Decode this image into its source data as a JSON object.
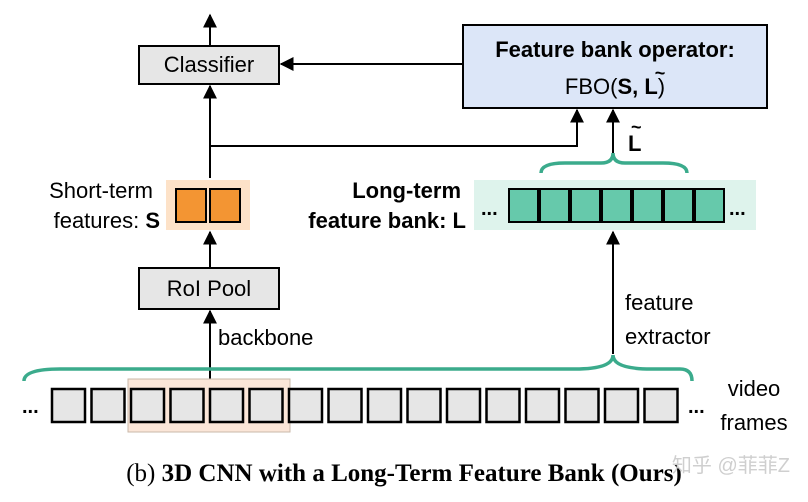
{
  "colors": {
    "teal": "#66c9ab",
    "teal_bg": "#def3ec",
    "orange": "#f39533",
    "orange_bg": "#fde2c8",
    "fbo_fill": "#dce6f8",
    "peach_bg": "#fbe6d8",
    "cell_fill": "#e6e6e6",
    "brace": "#3bab8c"
  },
  "labels": {
    "classifier": "Classifier",
    "fbo_title": "Feature bank operator:",
    "fbo_prefix": "FBO(",
    "fbo_s": "S, ",
    "fbo_l": "L",
    "fbo_suffix": ")",
    "fbo_tilde": "~",
    "l_tilde": "L",
    "l_tilde_mark": "~",
    "short_term_line1": "Short-term",
    "short_term_line2": "features: ",
    "short_term_s": "S",
    "long_term_line1": "Long-term",
    "long_term_line2": "feature bank: L",
    "roi_pool": "RoI Pool",
    "backbone": "backbone",
    "feature_extractor_line1": "feature",
    "feature_extractor_line2": "extractor",
    "video_line1": "video",
    "video_line2": "frames",
    "ellipsis": "...",
    "fbank_ellipsis": "..."
  },
  "caption": {
    "prefix": "(b) ",
    "bold": "3D CNN with a Long-Term Feature Bank (Ours)"
  },
  "watermark": "知乎 @菲菲Z"
}
